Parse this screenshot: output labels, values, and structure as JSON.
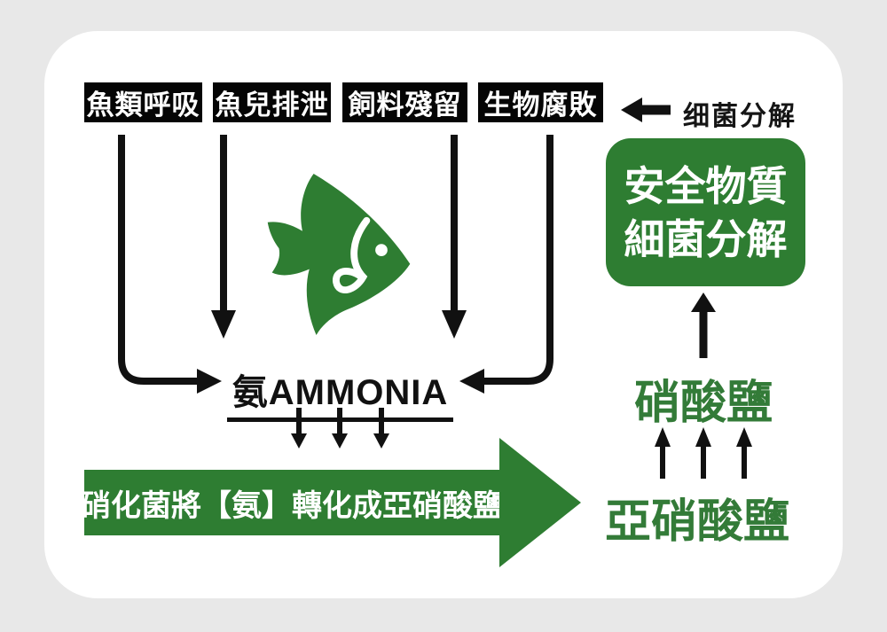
{
  "diagram_title": "aquarium-nitrogen-cycle",
  "colors": {
    "background": "#e8e8e8",
    "card": "#ffffff",
    "green_shape": "#2e7d32",
    "green_text": "#337b38",
    "black": "#050505",
    "white_text": "#ffffff"
  },
  "sources": [
    {
      "label": "魚類呼吸"
    },
    {
      "label": "魚兒排泄"
    },
    {
      "label": "飼料殘留"
    },
    {
      "label": "生物腐敗"
    }
  ],
  "bacteria_note": {
    "label": "细菌分解"
  },
  "safe_box": {
    "line1": "安全物質",
    "line2": "細菌分解"
  },
  "ammonia": {
    "label": "氨AMMONIA"
  },
  "conversion_arrow": {
    "label": "硝化菌將【氨】轉化成亞硝酸鹽"
  },
  "nitrate": {
    "label": "硝酸鹽"
  },
  "nitrite": {
    "label": "亞硝酸鹽"
  },
  "icons": {
    "fish_icon": "green-angelfish-silhouette",
    "left-arrow-icon": "black arrow pointing left",
    "down-arrow-icon": "black arrow pointing down",
    "up-arrow-icon": "black arrow pointing up"
  }
}
